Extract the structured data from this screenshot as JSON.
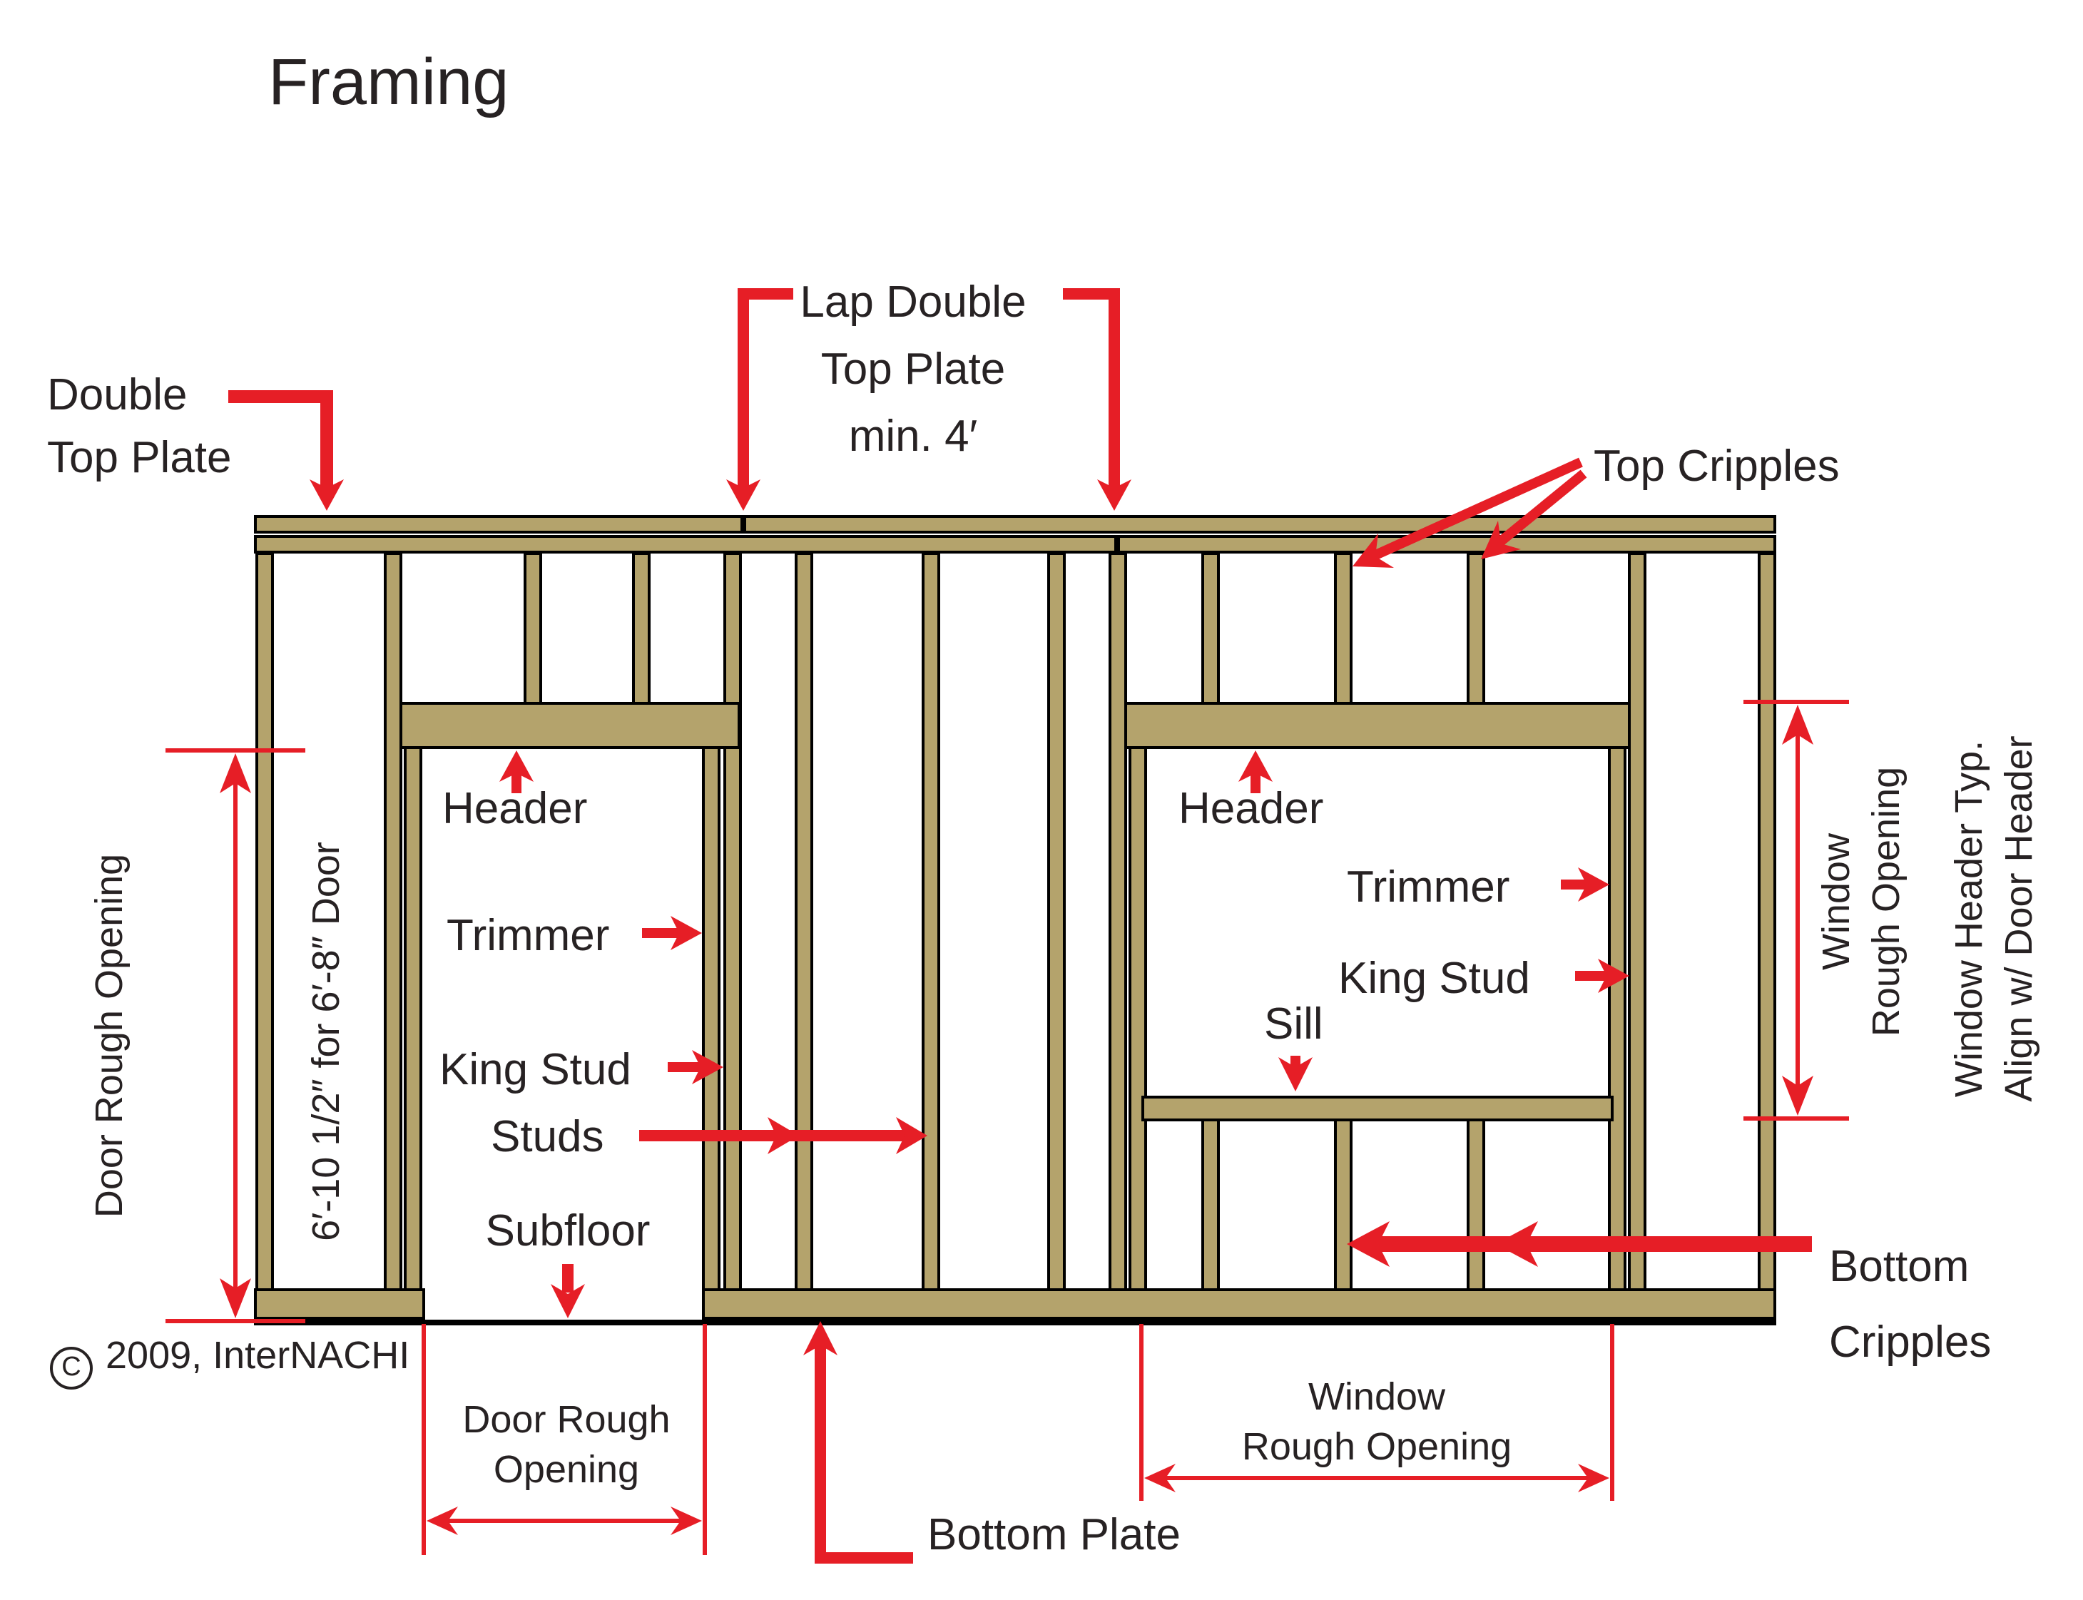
{
  "colors": {
    "wood": "#b4a36c",
    "outline": "#000000",
    "red": "#e61e26",
    "text": "#272223",
    "background": "#ffffff"
  },
  "title": "Framing",
  "copyright": {
    "symbol": "C",
    "text": "2009, InterNACHI"
  },
  "labels": {
    "double_top_plate": {
      "line1": "Double",
      "line2": "Top Plate"
    },
    "lap_double_top_plate": {
      "line1": "Lap Double",
      "line2": "Top Plate",
      "line3": "min. 4′"
    },
    "top_cripples": "Top Cripples",
    "door_header": "Header",
    "door_trimmer": "Trimmer",
    "door_king_stud": "King Stud",
    "studs": "Studs",
    "subfloor": "Subfloor",
    "door_rough_opening_side": "Door Rough Opening",
    "door_size_note": "6′-10 1/2″ for 6′-8″ Door",
    "door_rough_opening_bottom": {
      "line1": "Door Rough",
      "line2": "Opening"
    },
    "bottom_plate": "Bottom Plate",
    "window_header": "Header",
    "window_trimmer": "Trimmer",
    "window_king_stud": "King Stud",
    "sill": "Sill",
    "window_rough_opening_bottom": {
      "line1": "Window",
      "line2": "Rough Opening"
    },
    "window_rough_opening_side": {
      "line1": "Window",
      "line2": "Rough Opening"
    },
    "window_header_note": {
      "line1": "Window Header Typ.",
      "line2": "Align w/ Door Header"
    },
    "bottom_cripples": {
      "line1": "Bottom",
      "line2": "Cripples"
    }
  }
}
